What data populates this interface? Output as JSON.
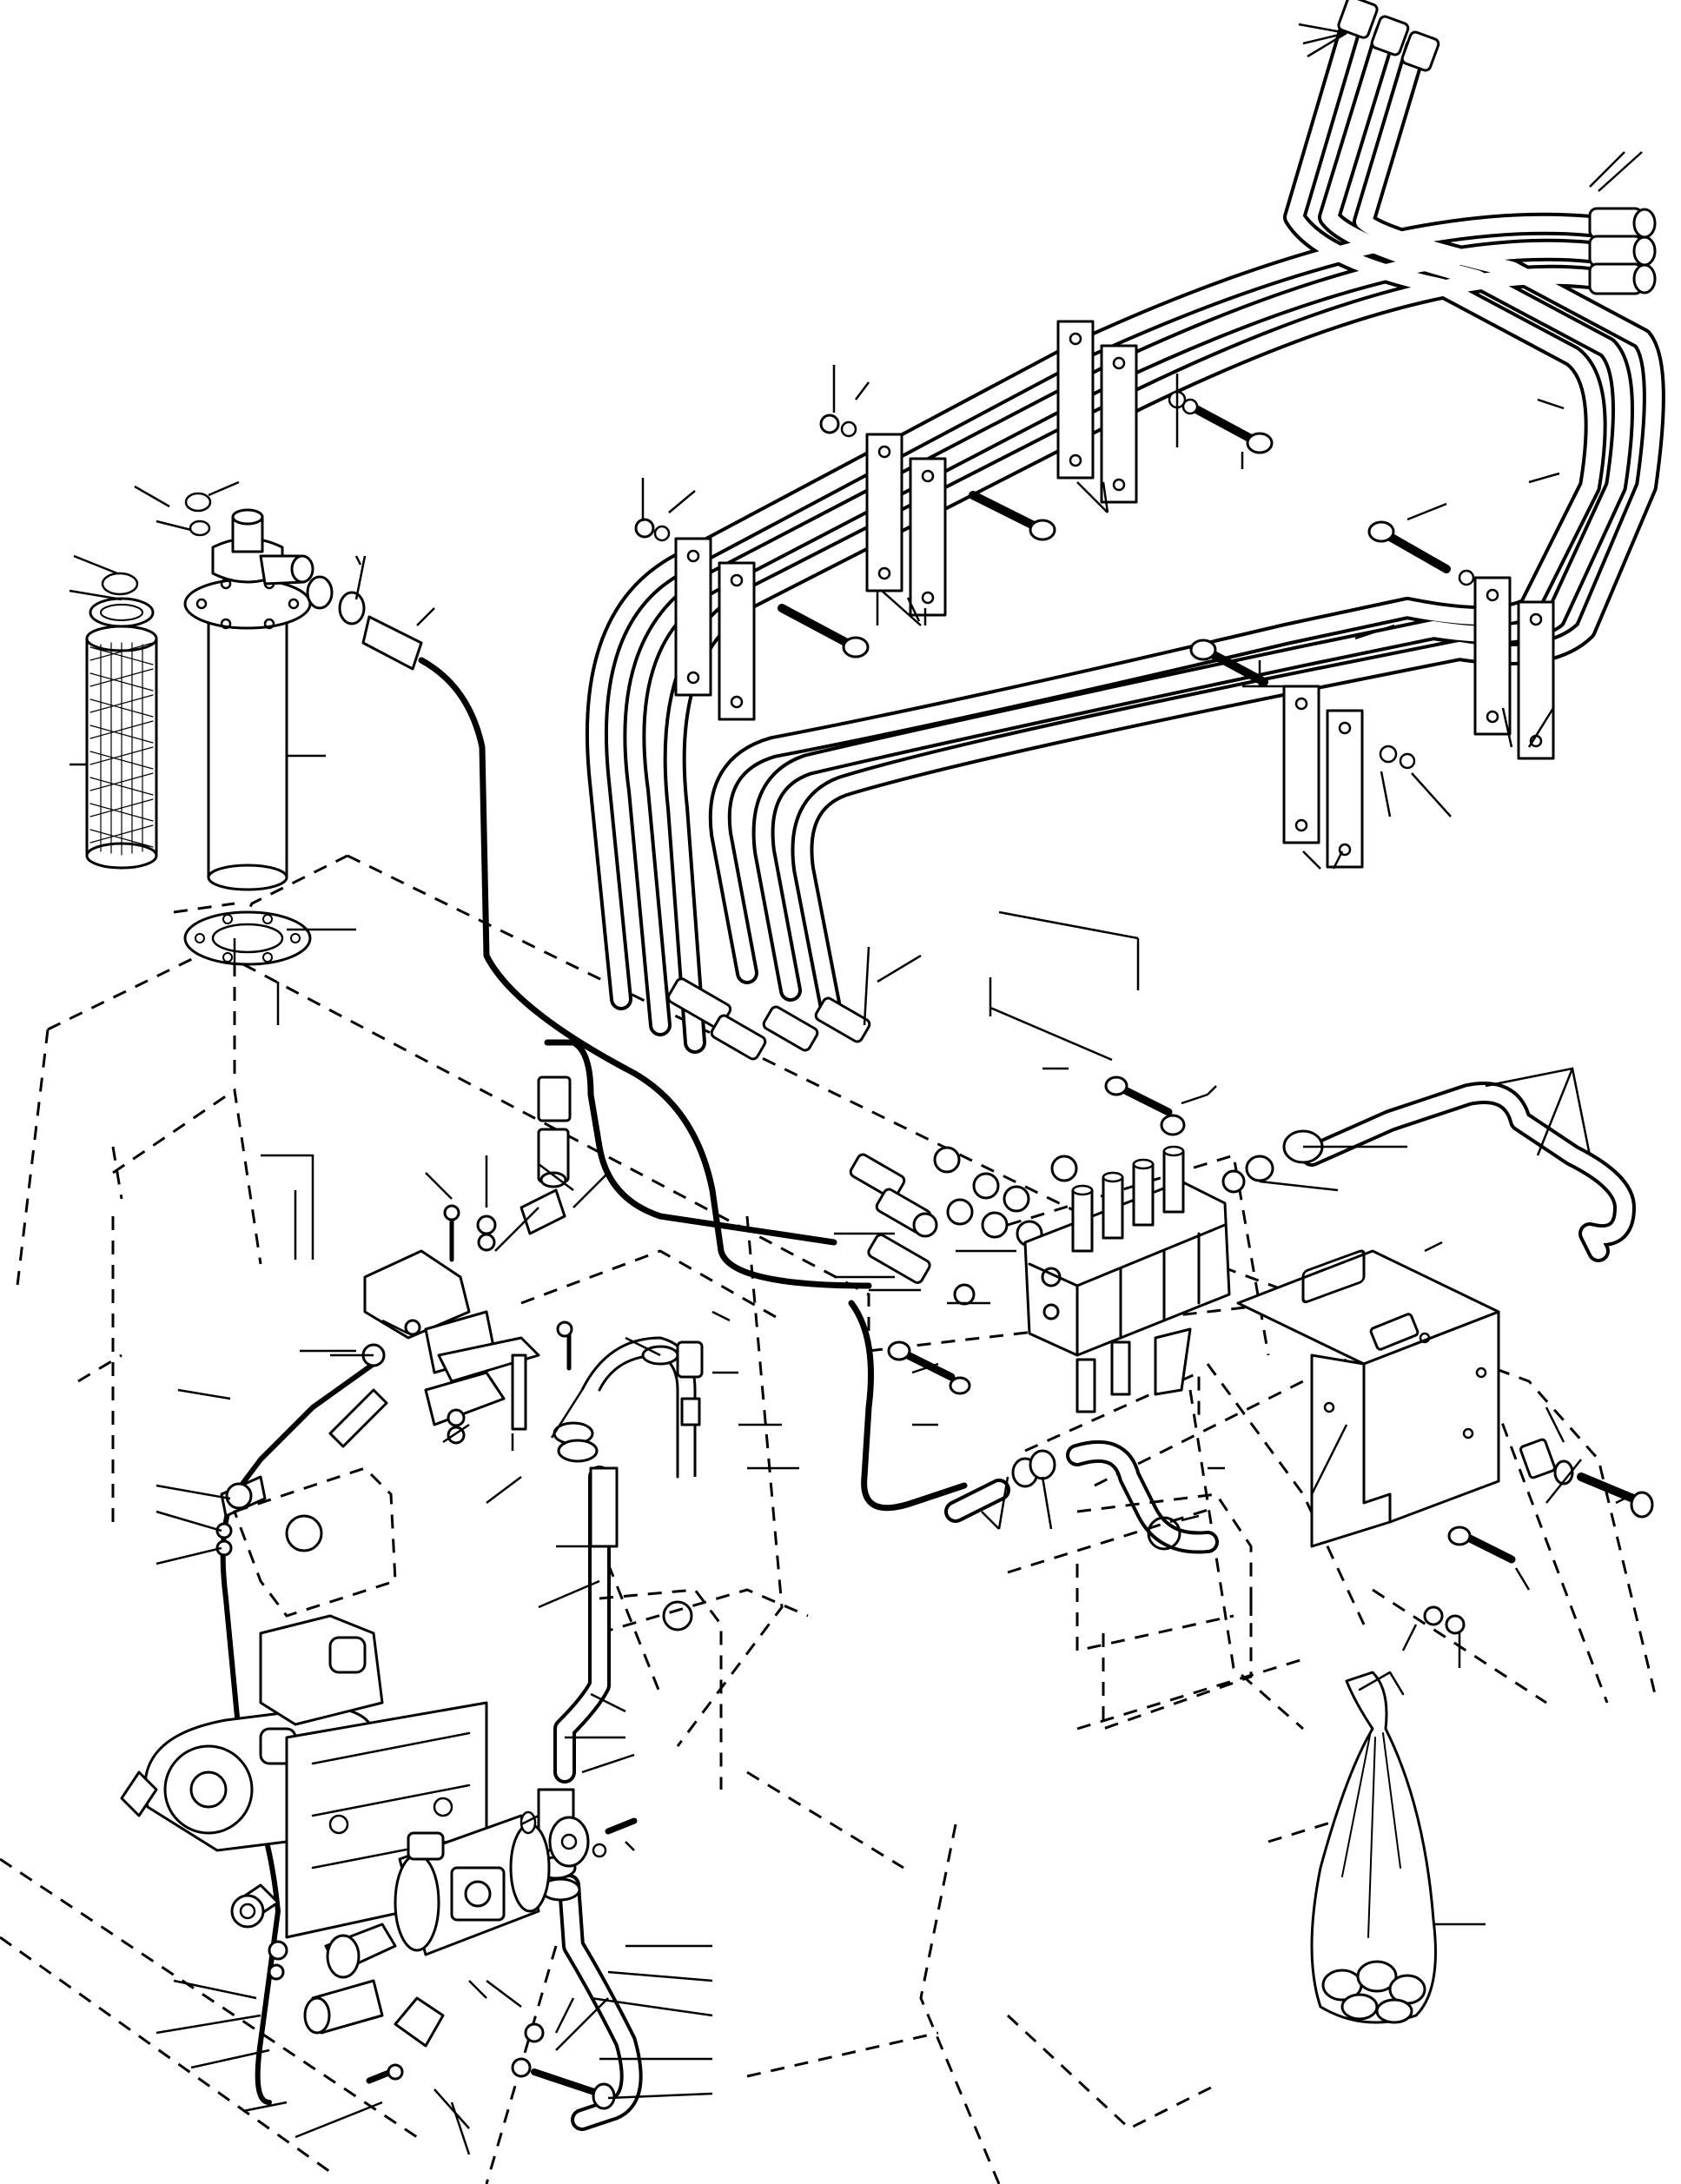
{
  "diagram": {
    "kind": "exploded-parts-view",
    "colors": {
      "ink": "#000000",
      "paper": "#ffffff"
    },
    "parts": [
      "return-filter-assembly",
      "filter-element",
      "hose-bundle",
      "hose-clamp-bracket",
      "control-valve-block",
      "mounting-bracket-plate",
      "hydraulic-pump",
      "suction-hose",
      "return-line",
      "parts-bag"
    ]
  }
}
